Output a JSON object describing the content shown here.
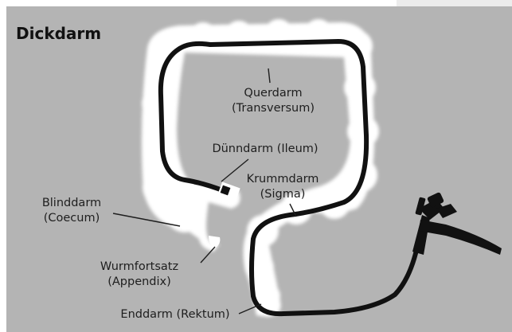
{
  "title": "Dickdarm",
  "labels": {
    "querdarm": [
      "Querdarm",
      "(Transversum)"
    ],
    "duenndarm": "Dünndarm (Ileum)",
    "krummdarm": [
      "Krummdarm",
      "(Sigma)"
    ],
    "blinddarm": [
      "Blinddarm",
      "(Coecum)"
    ],
    "wurmfortsatz": [
      "Wurmfortsatz",
      "(Appendix)"
    ],
    "enddarm": "Enddarm (Rektum)"
  },
  "colors": {
    "background": "#b4b4b4",
    "colon": "#ffffff",
    "endoscope": "#111111"
  },
  "icons": [
    "colon-illustration",
    "endoscope-icon"
  ]
}
